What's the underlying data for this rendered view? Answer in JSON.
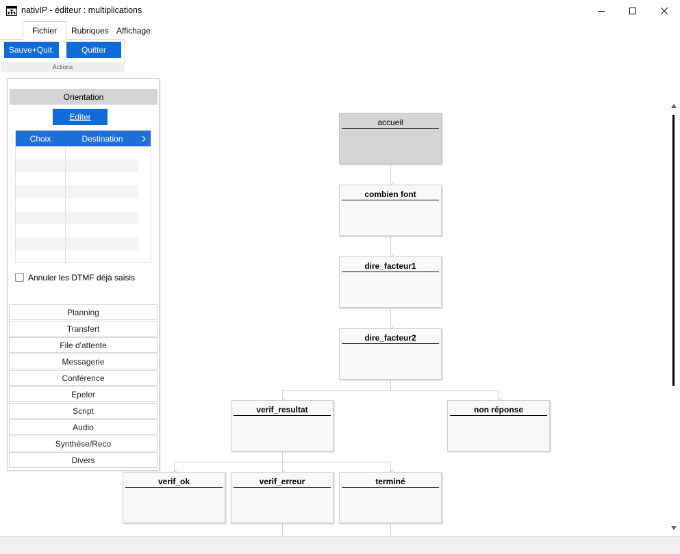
{
  "window": {
    "title": "nativIP - éditeur : multiplications",
    "icon": "sitemap-icon",
    "controls": [
      "minimize-icon",
      "maximize-icon",
      "close-icon"
    ]
  },
  "ribbon": {
    "tabs": [
      {
        "label": "Fichier",
        "active": true
      },
      {
        "label": "Rubriques",
        "active": false
      },
      {
        "label": "Affichage",
        "active": false
      }
    ],
    "buttons": {
      "save_quit": "Sauve+Quit.",
      "quit": "Quitter"
    },
    "group_label": "Actions"
  },
  "left_panel": {
    "header": "Orientation",
    "edit_button": "Editer",
    "grid": {
      "columns": [
        "Choix",
        "Destination"
      ],
      "rows": []
    },
    "checkbox": {
      "label": "Annuler les DTMF déjà saisis",
      "checked": false
    },
    "categories": [
      "Planning",
      "Transfert",
      "File d'attente",
      "Messagerie",
      "Conférence",
      "Epeler",
      "Script",
      "Audio",
      "Synthèse/Reco",
      "Divers"
    ]
  },
  "flow": {
    "nodes": [
      {
        "id": "accueil",
        "title": "accueil",
        "selected": true
      },
      {
        "id": "combien_font",
        "title": "combien font"
      },
      {
        "id": "dire_facteur1",
        "title": "dire_facteur1"
      },
      {
        "id": "dire_facteur2",
        "title": "dire_facteur2"
      },
      {
        "id": "verif_resultat",
        "title": "verif_resultat"
      },
      {
        "id": "non_reponse",
        "title": "non réponse"
      },
      {
        "id": "verif_ok",
        "title": "verif_ok"
      },
      {
        "id": "verif_erreur",
        "title": "verif_erreur"
      },
      {
        "id": "termine",
        "title": "terminé"
      }
    ]
  },
  "colors": {
    "accent": "#0f6bd8",
    "grid_header": "#1f6fd9",
    "selected_node": "#d5d5d5",
    "node_bg": "#f9f9f9",
    "connector": "#cfcfcf"
  }
}
